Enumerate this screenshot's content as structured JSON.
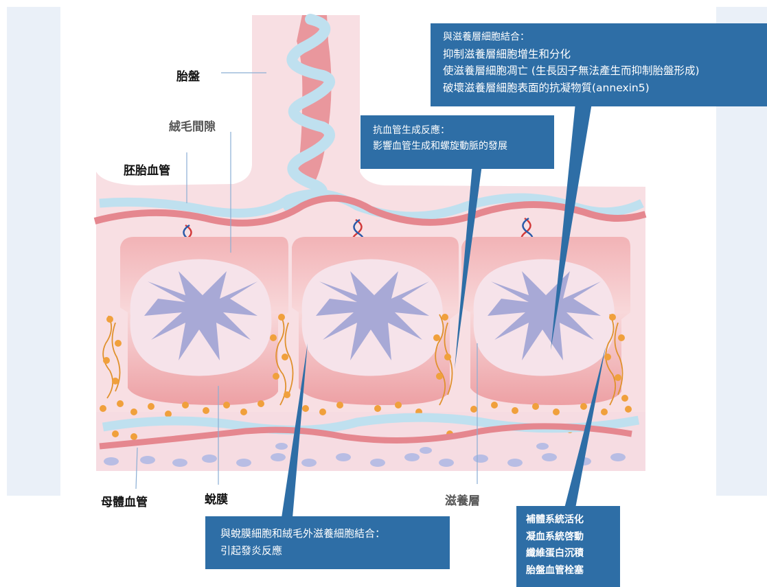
{
  "labels": {
    "placenta": "胎盤",
    "intervillous_space": "絨毛間隙",
    "fetal_vessel": "胚胎血管",
    "maternal_vessel": "母體血管",
    "decidua": "蛻膜",
    "trophoblast": "滋養層"
  },
  "callouts": {
    "top": {
      "lines": [
        "與滋養層細胞結合：",
        "抑制滋養層細胞增生和分化",
        "使滋養層細胞凋亡 (生長因子無法產生而抑制胎盤形成)",
        "破壞滋養層細胞表面的抗凝物質(annexin5)"
      ]
    },
    "middle": {
      "lines": [
        "抗血管生成反應：",
        "影響血管生成和螺旋動脈的發展"
      ]
    },
    "bottom": {
      "lines": [
        "與蛻膜細胞和絨毛外滋養細胞結合：",
        "引起發炎反應"
      ]
    },
    "right": {
      "lines": [
        "補體系統活化",
        "凝血系統啓動",
        "纖維蛋白沉積",
        "胎盤血管栓塞"
      ]
    }
  },
  "colors": {
    "callout_bg": "#2e6ea6",
    "tissue_pink": "#f8dfe3",
    "vessel_red": "#e5878f",
    "vessel_blue": "#bfe0ef",
    "villus_purple": "#a8a9d6",
    "orange_cells": "#f0a03c"
  }
}
